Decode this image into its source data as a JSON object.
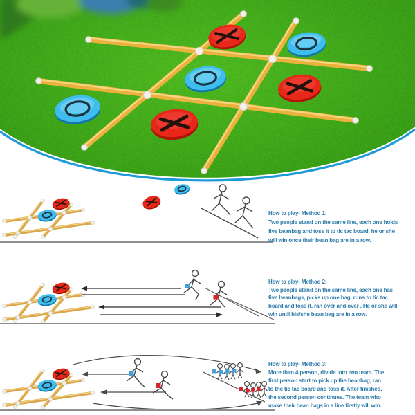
{
  "colors": {
    "x_disc": "#e62719",
    "o_disc": "#3ebdee",
    "pole": "#eab23c",
    "grass": "#3fa015",
    "arc": "#1f9ad8",
    "text": "#2f7cab",
    "divider": "#8f8f8f",
    "bag_blue": "#45a1d8",
    "bag_red": "#d6252b"
  },
  "photo": {
    "board_pieces": [
      "X",
      "O",
      "O",
      "X",
      "O",
      "X"
    ]
  },
  "mini_board_pieces": [
    "X",
    "O"
  ],
  "methods": [
    {
      "heading": "How to play- Method 1:",
      "lines": [
        "Two people stand on the same line, each one holds",
        "five beanbag and toss it to tic tac board, he or she",
        "will win once their bean bag are in a row."
      ]
    },
    {
      "heading": "How to play- Method 2:",
      "lines": [
        "Two people stand on the same line, each one has",
        "five beanbags, picks up one bag, runs to tic tac",
        "board and toss it, ran over and over . He or she will",
        "win until his/she bean bag are in a row."
      ]
    },
    {
      "heading": "How to play- Method 3:",
      "lines": [
        "More than 4 person, divide into two team. The",
        "first person start to pick up the beanbag, ran",
        "to the tic tac board and toss it. After finished,",
        "the second person continues. The team who",
        "make their bean bags  in a line  firstly  will win."
      ]
    }
  ]
}
